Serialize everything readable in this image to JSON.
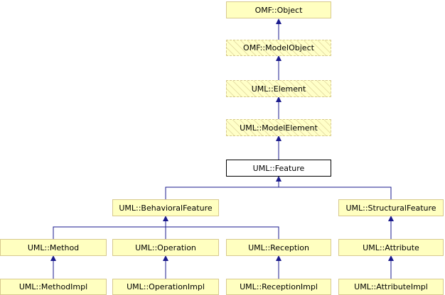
{
  "nodes": {
    "omf_object": "OMF::Object",
    "omf_modelobject": "OMF::ModelObject",
    "uml_element": "UML::Element",
    "uml_modelelement": "UML::ModelElement",
    "uml_feature": "UML::Feature",
    "uml_behavioralfeature": "UML::BehavioralFeature",
    "uml_structuralfeature": "UML::StructuralFeature",
    "uml_method": "UML::Method",
    "uml_operation": "UML::Operation",
    "uml_reception": "UML::Reception",
    "uml_attribute": "UML::Attribute",
    "uml_methodimpl": "UML::MethodImpl",
    "uml_operationimpl": "UML::OperationImpl",
    "uml_receptionimpl": "UML::ReceptionImpl",
    "uml_attributeimpl": "UML::AttributeImpl"
  },
  "colors": {
    "edge": "#1a1a8c",
    "node_fill": "#ffffc0",
    "node_border": "#d7c98e",
    "current_border": "#000000"
  }
}
